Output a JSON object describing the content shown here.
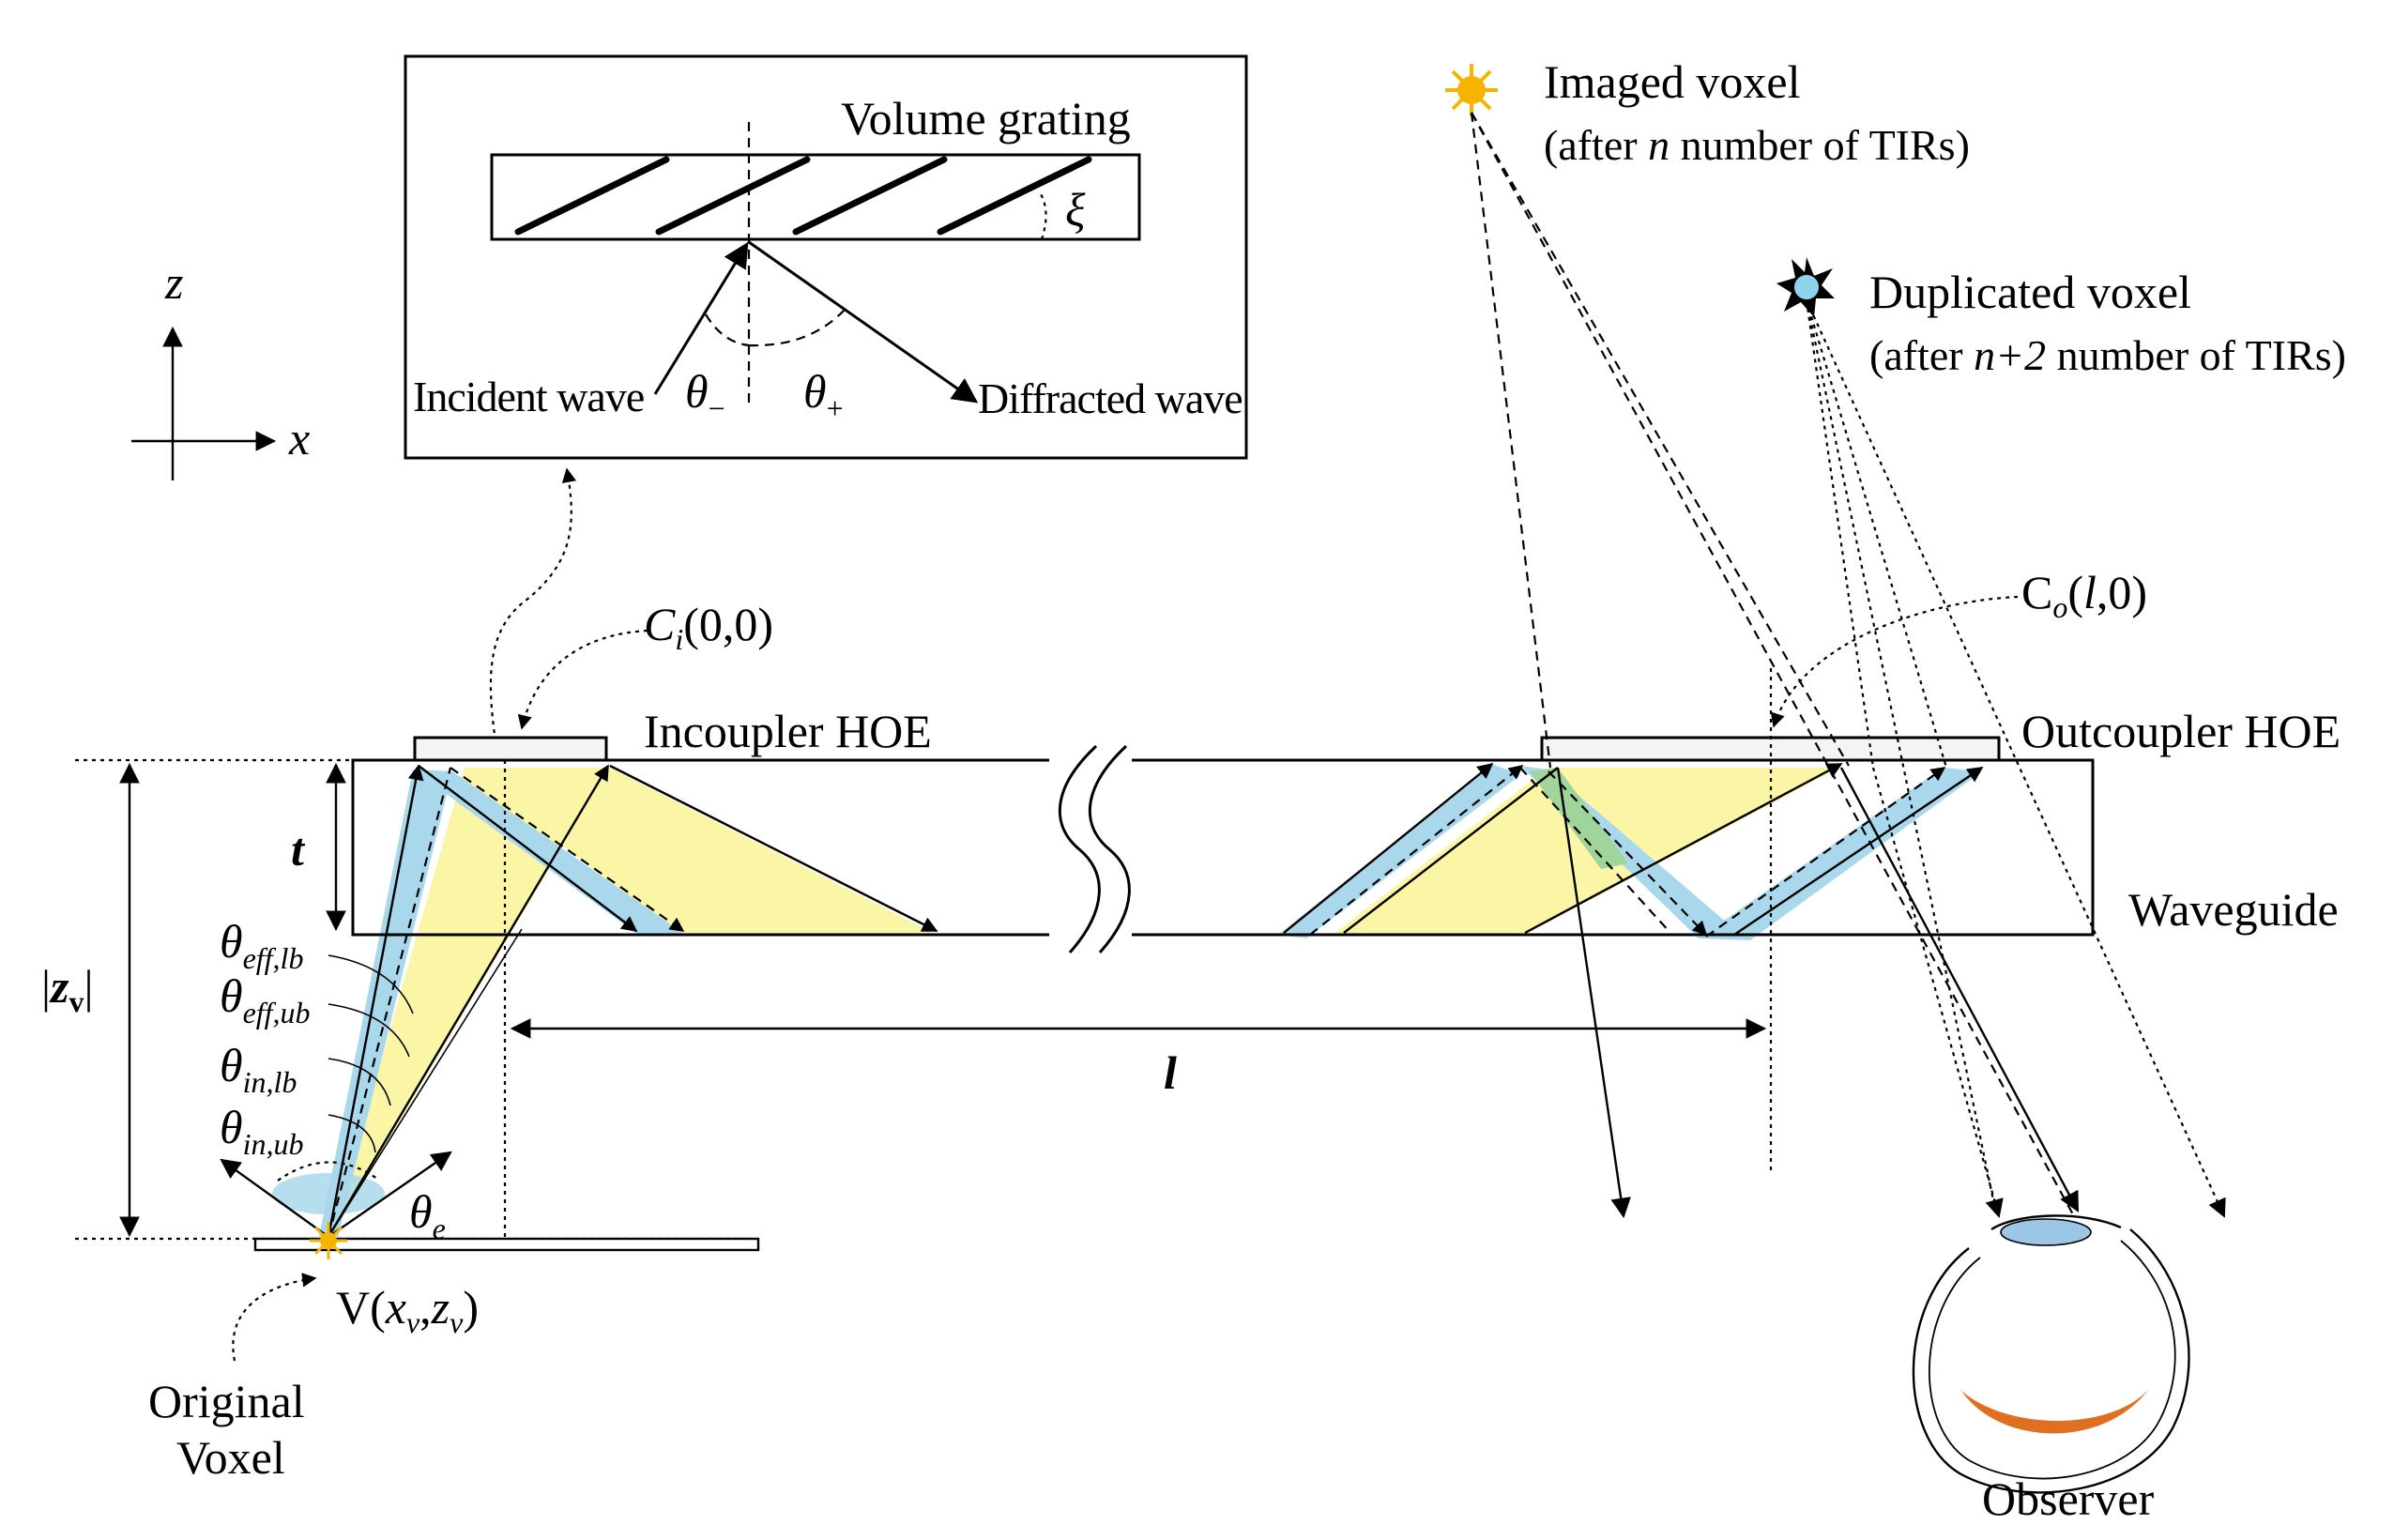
{
  "inset": {
    "title": "Volume grating",
    "incident_label": "Incident wave",
    "diffracted_label": "Diffracted wave",
    "theta_minus": "θ",
    "theta_minus_sub": "−",
    "theta_plus": "θ",
    "theta_plus_sub": "+",
    "xi": "ξ"
  },
  "axes": {
    "z": "z",
    "x": "x"
  },
  "labels": {
    "ci_main": "C",
    "ci_sub": "i",
    "ci_coords": "(0,0)",
    "co_main": "C",
    "co_sub": "o",
    "co_coords_open": "(",
    "co_coords_l": "l",
    "co_coords_close": ",0)",
    "incoupler": "Incoupler HOE",
    "outcoupler": "Outcoupler HOE",
    "waveguide": "Waveguide",
    "t": "t",
    "zv_open": "|",
    "zv_z": "z",
    "zv_sub": "v",
    "zv_close": "|",
    "l": "l"
  },
  "angles": [
    {
      "theta": "θ",
      "sub": "eff,lb"
    },
    {
      "theta": "θ",
      "sub": "eff,ub"
    },
    {
      "theta": "θ",
      "sub": "in,lb"
    },
    {
      "theta": "θ",
      "sub": "in,ub"
    }
  ],
  "theta_e": {
    "theta": "θ",
    "sub": "e"
  },
  "voxel": {
    "v_label_pre": "V(",
    "x": "x",
    "x_sub": "v",
    "comma": ",",
    "z": "z",
    "z_sub": "v",
    "close": ")",
    "original_line1": "Original",
    "original_line2": "Voxel"
  },
  "imaged_voxel": {
    "line1": "Imaged voxel",
    "line2_pre": "(after ",
    "line2_n": "n",
    "line2_post": " number of TIRs)"
  },
  "duplicated_voxel": {
    "line1": "Duplicated voxel",
    "line2_pre": "(after ",
    "line2_n": "n+2",
    "line2_post": " number of TIRs)"
  },
  "observer": "Observer",
  "colors": {
    "yellow_beam": "#fbf5a6",
    "blue_beam": "#a9d8ec",
    "green_overlap": "#9fd49b",
    "sun": "#f6b400",
    "duplicated_voxel_fill": "#8fd3ec",
    "retina": "#e07020",
    "lens": "#9cc6e6"
  }
}
